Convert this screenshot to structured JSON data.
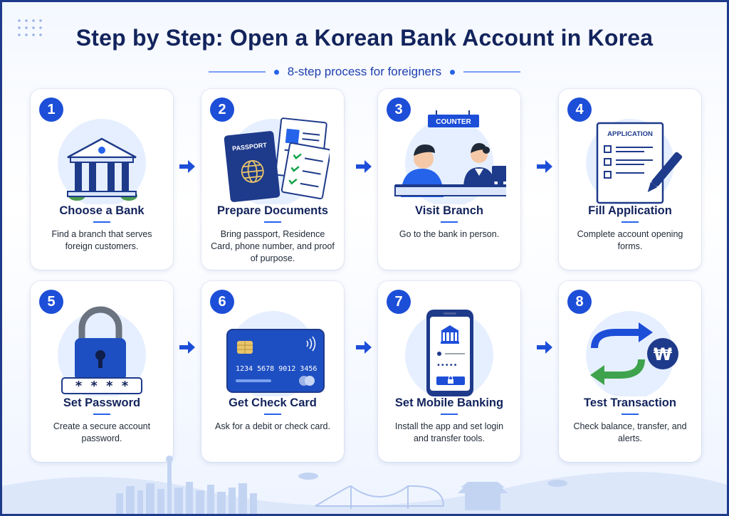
{
  "title": "Step by Step: Open a Korean Bank Account in Korea",
  "subtitle": "8-step process for foreigners",
  "colors": {
    "navy": "#13245c",
    "accent": "#1d4ed8",
    "light": "#e6efff"
  },
  "steps": [
    {
      "number": "1",
      "title": "Choose a Bank",
      "description": "Find a branch that serves foreign customers.",
      "icon": "bank-building-icon"
    },
    {
      "number": "2",
      "title": "Prepare Documents",
      "description": "Bring passport, Residence Card, phone number, and proof of purpose.",
      "icon": "passport-documents-icon",
      "passport_label": "PASSPORT"
    },
    {
      "number": "3",
      "title": "Visit Branch",
      "description": "Go to the bank in person.",
      "icon": "bank-counter-icon",
      "counter_label": "COUNTER"
    },
    {
      "number": "4",
      "title": "Fill Application",
      "description": "Complete account opening forms.",
      "icon": "application-form-icon",
      "form_label": "APPLICATION"
    },
    {
      "number": "5",
      "title": "Set Password",
      "description": "Create a secure account password.",
      "icon": "padlock-icon",
      "password_mask": "* * * *"
    },
    {
      "number": "6",
      "title": "Get Check Card",
      "description": "Ask for a debit or check card.",
      "icon": "check-card-icon",
      "card_number": "1234  5678  9012  3456"
    },
    {
      "number": "7",
      "title": "Set Mobile Banking",
      "description": "Install the app and set login and transfer tools.",
      "icon": "mobile-banking-icon",
      "pin_mask": "•••••"
    },
    {
      "number": "8",
      "title": "Test Transaction",
      "description": "Check balance, transfer, and alerts.",
      "icon": "transaction-arrows-icon",
      "currency_symbol": "₩"
    }
  ]
}
